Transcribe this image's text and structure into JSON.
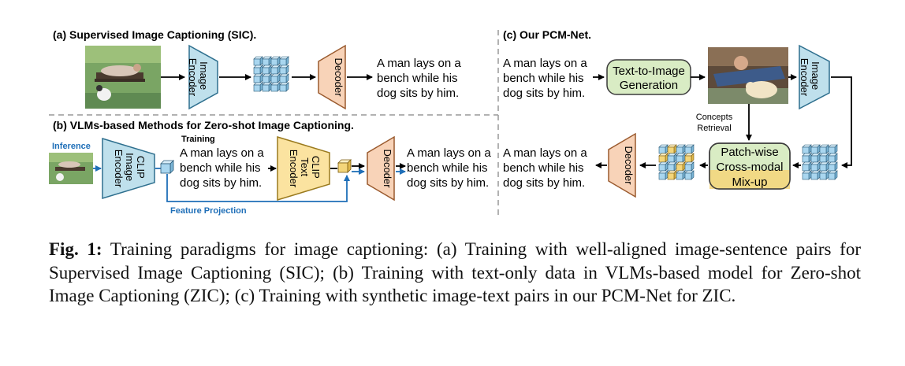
{
  "panels": {
    "a": {
      "title": "(a) Supervised Image Captioning (SIC)."
    },
    "b": {
      "title": "(b) VLMs-based Methods for Zero-shot Image Captioning.",
      "inference_label": "Inference",
      "training_label": "Training",
      "feature_projection_label": "Feature Projection",
      "clip_image_encoder": [
        "CLIP",
        "Image",
        "Encoder"
      ],
      "clip_text_encoder": [
        "CLIP",
        "Text",
        "Encoder"
      ]
    },
    "c": {
      "title": "(c) Our PCM-Net.",
      "t2i_box": [
        "Text-to-Image",
        "Generation"
      ],
      "concepts_retrieval": [
        "Concepts",
        "Retrieval"
      ],
      "mixup_box": [
        "Patch-wise",
        "Cross-modal",
        "Mix-up"
      ]
    }
  },
  "labels": {
    "image_encoder": [
      "Image",
      "Encoder"
    ],
    "decoder": "Decoder"
  },
  "sentence": [
    "A man lays on a",
    "bench while his",
    "dog sits by him."
  ],
  "colors": {
    "encoder_fill": "#bfe0ec",
    "text_encoder_fill": "#fbe3a0",
    "decoder_fill": "#f8d3b8",
    "green_box_fill": "#d9ecc4",
    "feature_cube": "#a9d6ef",
    "mixed_cube": "#f4d67a",
    "projection_blue": "#1f6fb8"
  },
  "caption": {
    "label": "Fig. 1:",
    "text": "Training paradigms for image captioning: (a) Training with well-aligned image-sentence pairs for Supervised Image Captioning (SIC); (b) Training with text-only data in VLMs-based model for Zero-shot Image Captioning (ZIC); (c) Training with synthetic image-text pairs in our PCM-Net for ZIC."
  }
}
